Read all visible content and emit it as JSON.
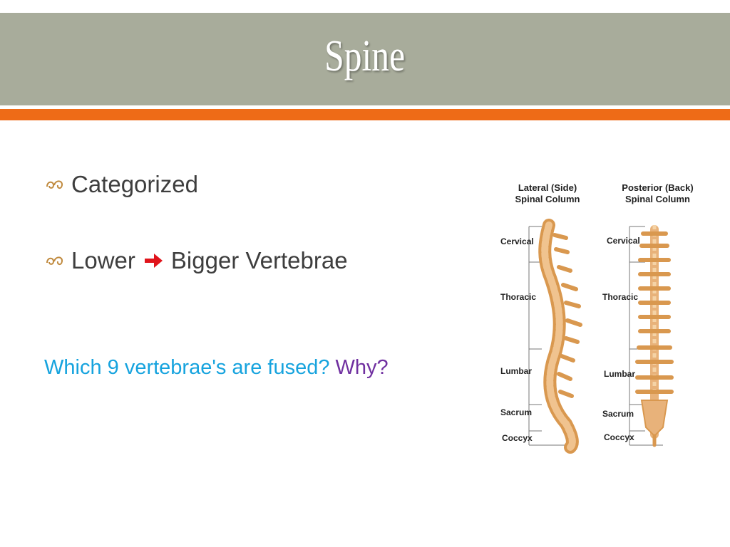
{
  "slide": {
    "title": "Spine",
    "bullets": [
      {
        "text": "Categorized"
      },
      {
        "before": "Lower",
        "after": "Bigger Vertebrae"
      }
    ],
    "question": {
      "text": "Which 9 vertebrae's are fused?",
      "emphasis": "Why?"
    }
  },
  "diagram": {
    "lateral_heading_1": "Lateral (Side)",
    "lateral_heading_2": "Spinal Column",
    "posterior_heading_1": "Posterior (Back)",
    "posterior_heading_2": "Spinal Column",
    "lateral_labels": [
      "Cervical",
      "Thoracic",
      "Lumbar",
      "Sacrum",
      "Coccyx"
    ],
    "posterior_labels": [
      "Cervical",
      "Thoracic",
      "Lumbar",
      "Sacrum",
      "Coccyx"
    ]
  },
  "colors": {
    "title_band": "#a8ac9b",
    "accent_orange": "#ee6b17",
    "bullet_bronze": "#c08a3e",
    "arrow_red": "#e0141b",
    "question_blue": "#16a3de",
    "why_purple": "#7030a0",
    "bone": "#e8b27a"
  },
  "icons": [
    "bullet-swirl-icon",
    "right-arrow-icon"
  ]
}
